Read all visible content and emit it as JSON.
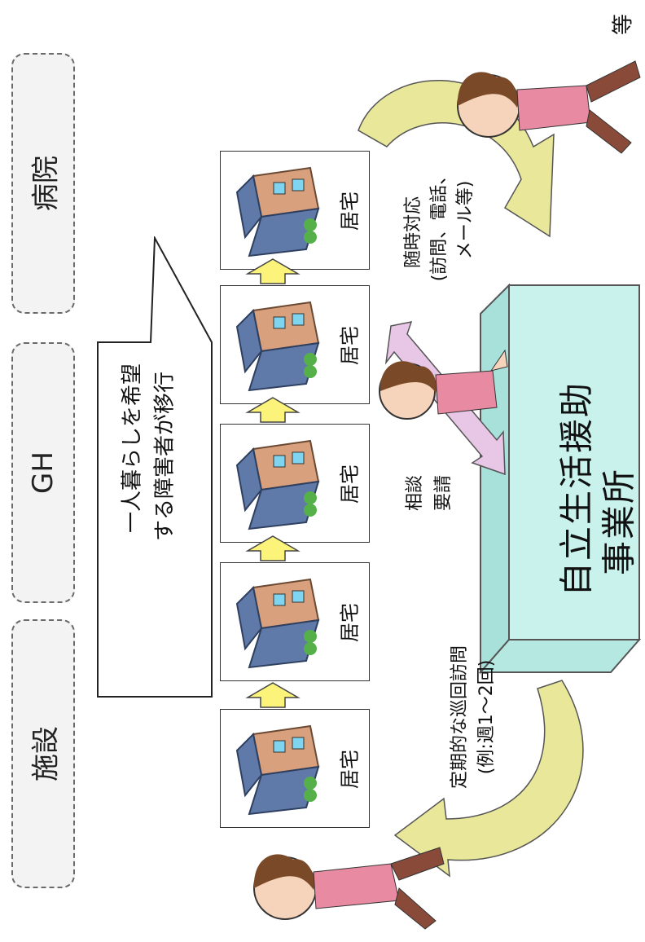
{
  "corner_label": "等",
  "facilities": [
    {
      "label": "施設"
    },
    {
      "label": "GH"
    },
    {
      "label": "病院"
    }
  ],
  "transition_arrow": {
    "line1": "一人暮らしを希望",
    "line2": "する障害者が移行"
  },
  "homes": [
    {
      "label": "居宅"
    },
    {
      "label": "居宅"
    },
    {
      "label": "居宅"
    },
    {
      "label": "居宅"
    },
    {
      "label": "居宅"
    }
  ],
  "office": {
    "line1": "自立生活援助",
    "line2": "事業所"
  },
  "regular_visit": {
    "line1": "定期的な巡回訪問",
    "line2": "(例:週1〜2回)"
  },
  "on_demand": {
    "line1": "随時対応",
    "line2": "(訪問、電話、",
    "line3": "メール等)"
  },
  "consultation": {
    "line1": "相談",
    "line2": "要請"
  },
  "colors": {
    "office_box": "#c9f2ec",
    "visit_arrow": "#e8e79a",
    "up_arrow": "#fbf37a",
    "consult_arrow": "#e8c7e6",
    "house_roof": "#5f7aa8",
    "house_wall": "#d9a07e"
  }
}
